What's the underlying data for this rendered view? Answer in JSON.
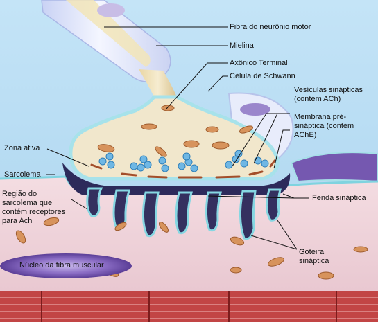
{
  "colors": {
    "background": "#b9dcf2",
    "muscle": "#efd6dc",
    "terminal": "#f1e7cc",
    "terminal_halo": "#a7e2ea",
    "cleft": "#2d2a5a",
    "myelin": "#dfe6fb",
    "fibrils": "#b23a3a",
    "nucleus": "#6f4fa8",
    "vesicle": "#4fa1d7",
    "active_zone": "#a34e2a"
  },
  "labels": {
    "motor_fiber": "Fibra do neurônio motor",
    "myelin": "Mielina",
    "axon_terminal": "Axônico Terminal",
    "schwann_cell": "Célula de Schwann",
    "vesicles": "Vesículas sinápticas (contém ACh)",
    "presynaptic_membrane": "Membrana pré-sináptica (contém AChE)",
    "active_zone": "Zona ativa",
    "sarcolemma": "Sarcolema",
    "receptor_region": "Região do sarcolema que contém receptores para Ach",
    "synaptic_cleft": "Fenda sináptica",
    "muscle_nucleus": "Núcleo da fibra muscular",
    "synaptic_gutter": "Goteira sináptica"
  }
}
